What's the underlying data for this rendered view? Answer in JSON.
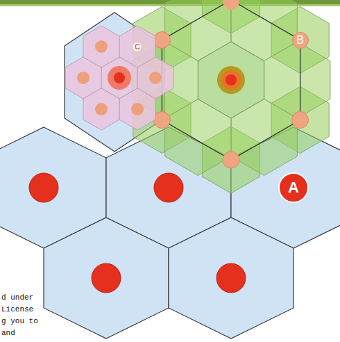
{
  "diagram": {
    "nodes": [
      {
        "text": [
          "C"
        ]
      },
      {
        "text": [
          "B"
        ]
      },
      {
        "text": [
          "A"
        ]
      }
    ],
    "labels": [
      "d under",
      "License",
      "g you to",
      "and"
    ]
  }
}
